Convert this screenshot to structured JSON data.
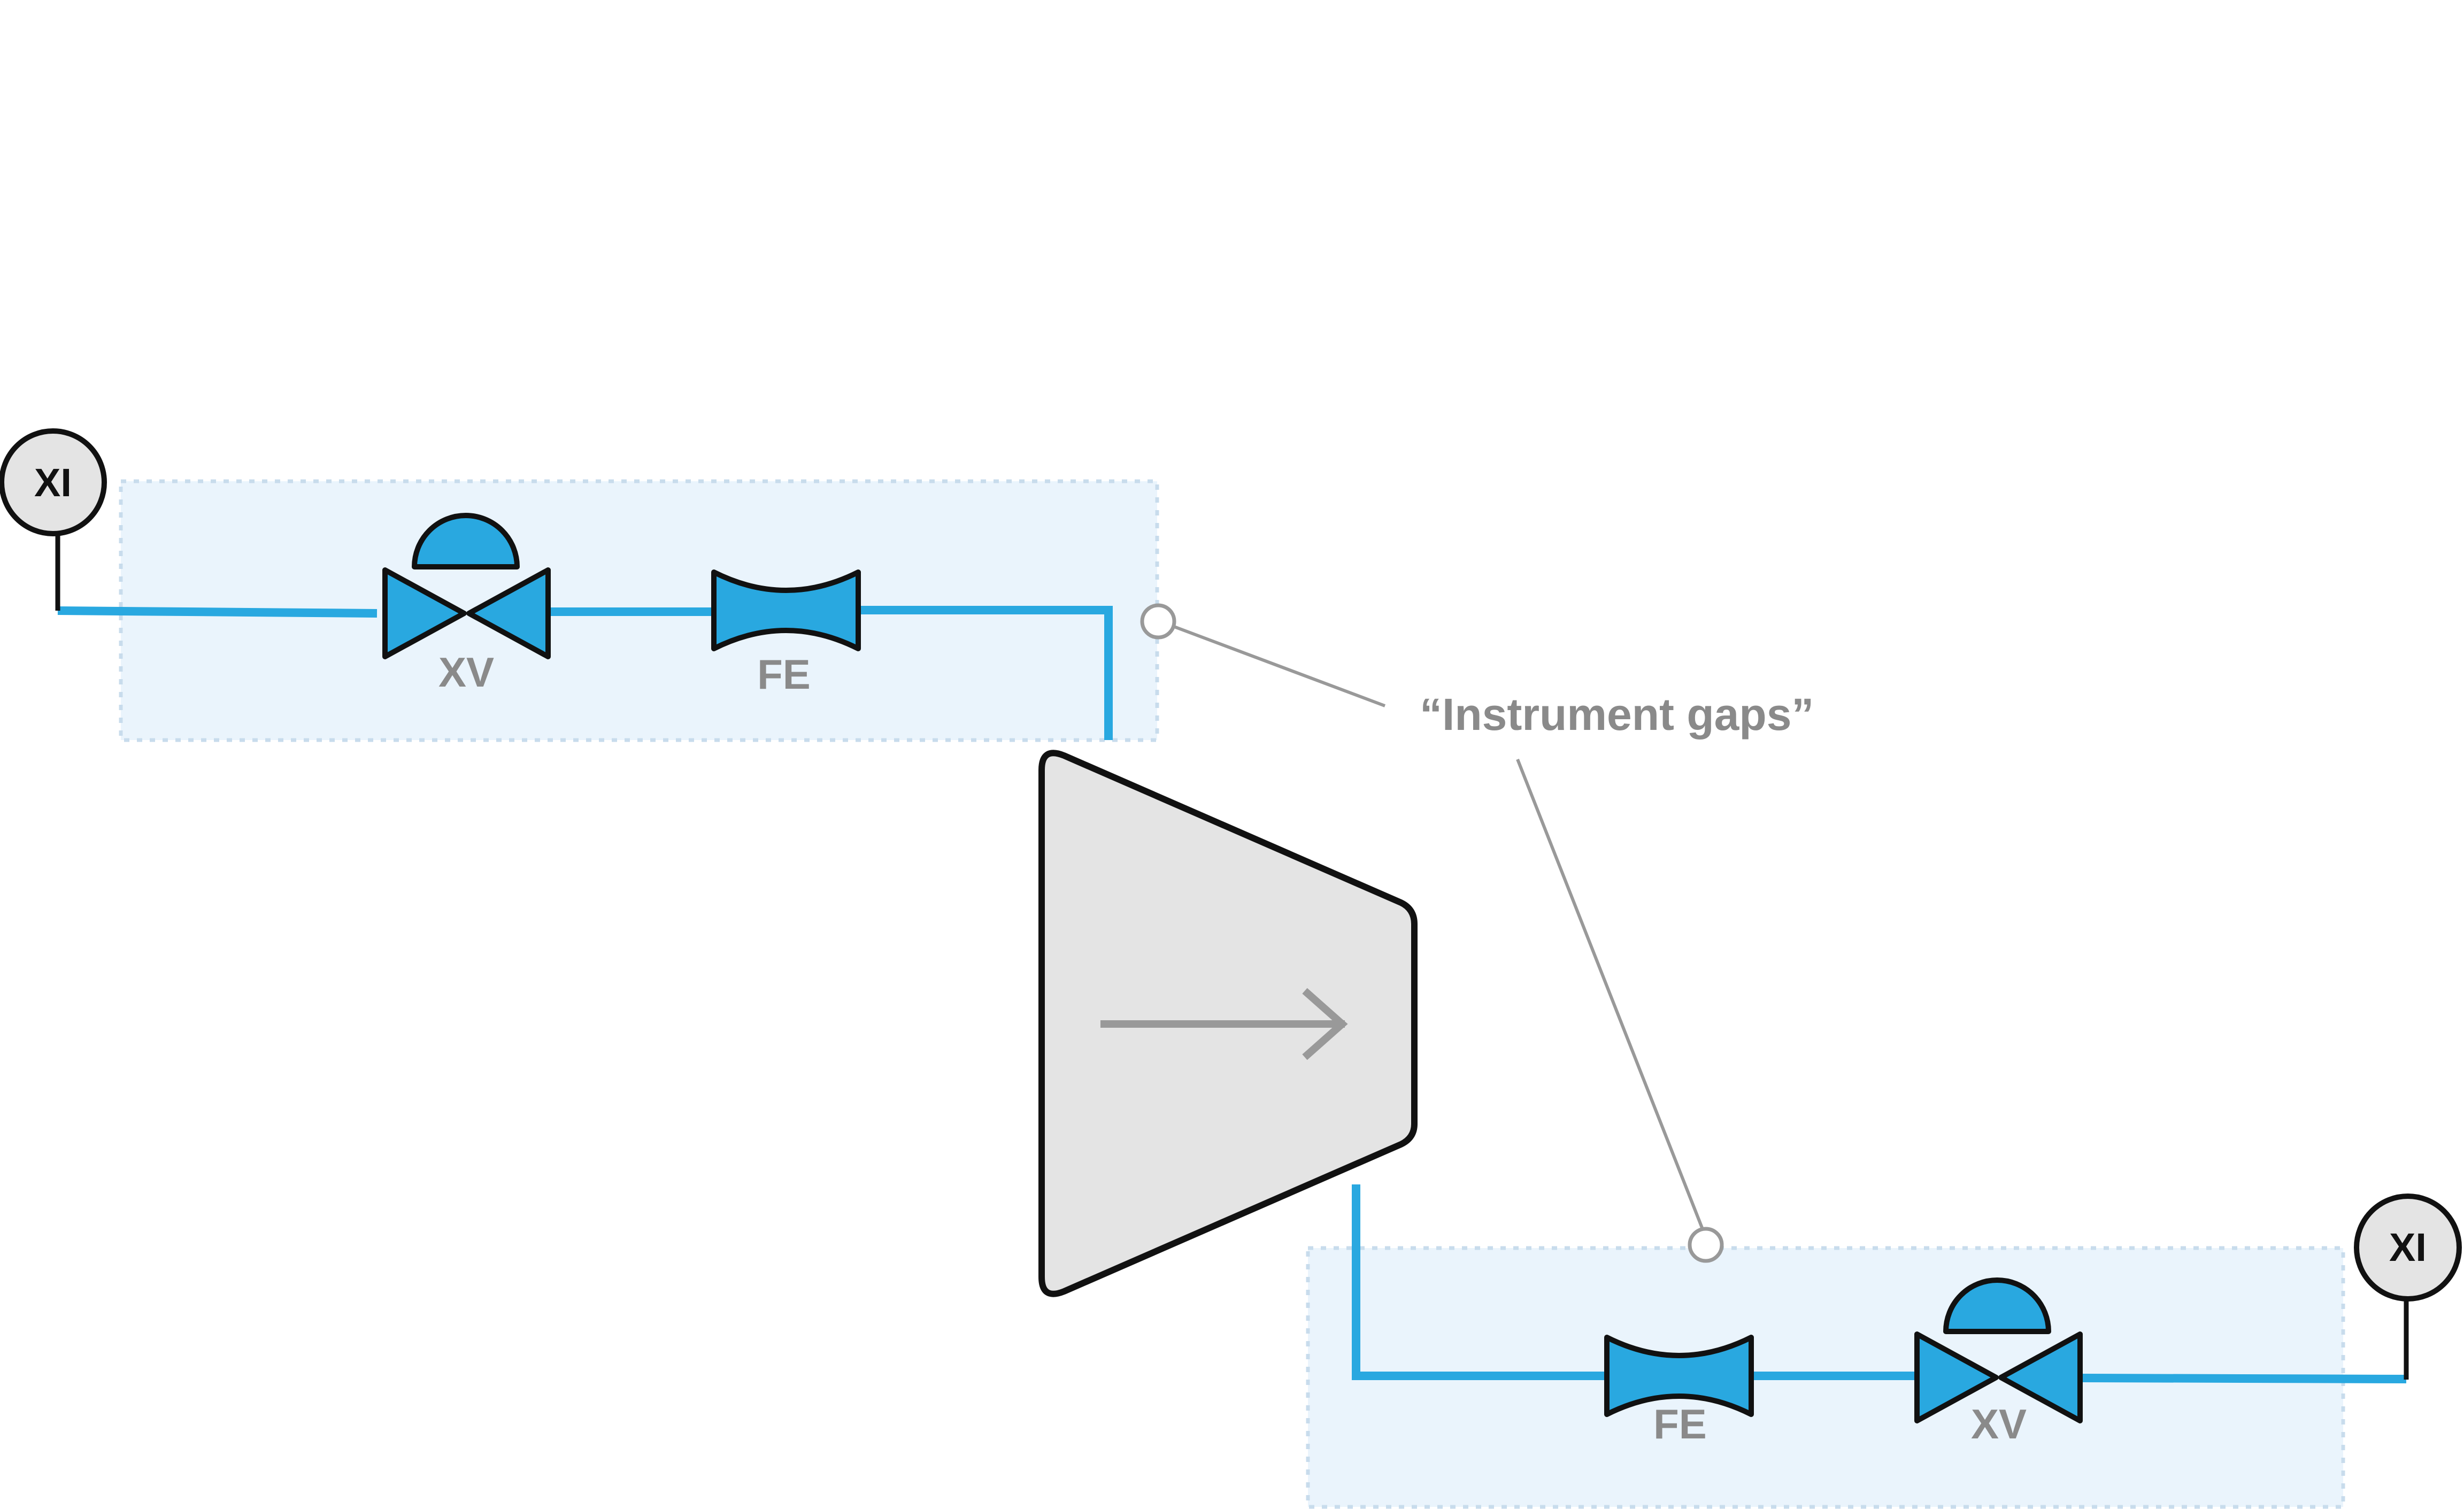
{
  "colors": {
    "pipe": "#29a8e0",
    "symbol_fill": "#29a8e0",
    "zone_fill": "#eaf4fc",
    "zone_border": "#c8dcec",
    "compressor_fill": "#e4e4e4",
    "outline": "#111111",
    "annotation": "#8a8a8a"
  },
  "upstream": {
    "indicator_tag": "XI",
    "valve_tag": "XV",
    "flow_element_tag": "FE"
  },
  "downstream": {
    "indicator_tag": "XI",
    "valve_tag": "XV",
    "flow_element_tag": "FE"
  },
  "compressor": {
    "flow_arrow_icon": "arrow-right-icon"
  },
  "annotation": {
    "text": "“Instrument gaps”"
  }
}
